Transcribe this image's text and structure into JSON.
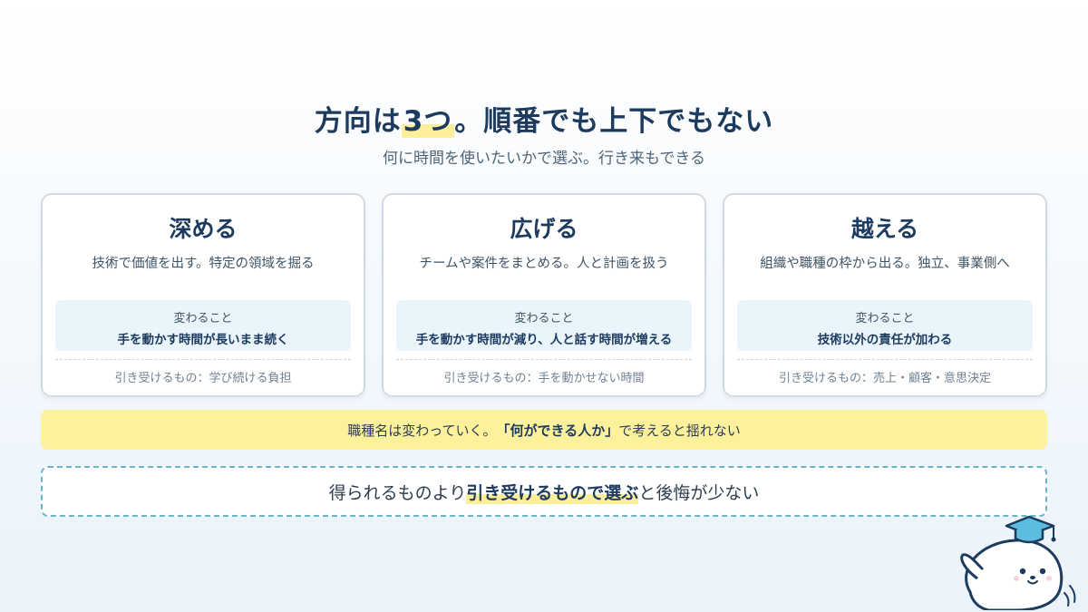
{
  "header": {
    "title_pre": "方向は",
    "title_hl": "3つ",
    "title_post": "。順番でも上下でもない",
    "subtitle": "何に時間を使いたいかで選ぶ。行き来もできる"
  },
  "cards": [
    {
      "title": "深める",
      "desc": "技術で価値を出す。特定の領域を掘る",
      "change_label": "変わること",
      "change_value": "手を動かす時間が長いまま続く",
      "accept": "引き受けるもの：学び続ける負担"
    },
    {
      "title": "広げる",
      "desc": "チームや案件をまとめる。人と計画を扱う",
      "change_label": "変わること",
      "change_value": "手を動かす時間が減り、人と話す時間が増える",
      "accept": "引き受けるもの：手を動かせない時間"
    },
    {
      "title": "越える",
      "desc": "組織や職種の枠から出る。独立、事業側へ",
      "change_label": "変わること",
      "change_value": "技術以外の責任が加わる",
      "accept": "引き受けるもの：売上・顧客・意思決定"
    }
  ],
  "banner": {
    "pre": "職種名は変わっていく。",
    "strong": "「何ができる人か」",
    "post": "で考えると揺れない"
  },
  "footer": {
    "pre": "得られるものより",
    "strong": "引き受けるもので選ぶ",
    "post": "と後悔が少ない"
  },
  "colors": {
    "navy": "#1d3a5f",
    "highlight_yellow": "#fdf19c",
    "accent_teal": "#6bb5c8",
    "change_box_bg": "#e9f4fb"
  }
}
